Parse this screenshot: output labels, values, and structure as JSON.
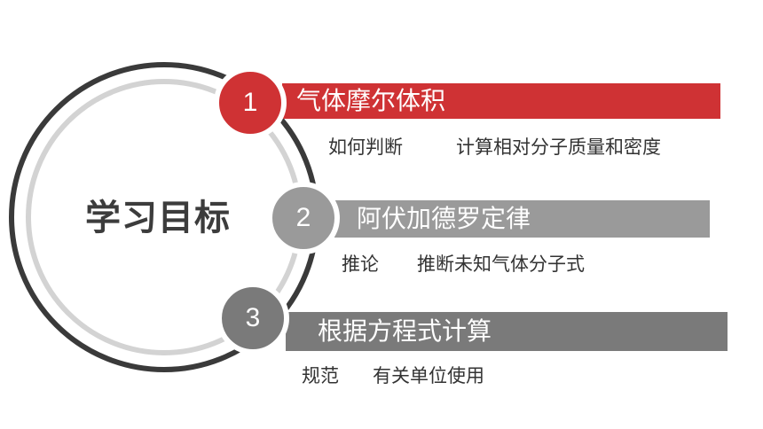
{
  "slide": {
    "title": "学习目标",
    "objectives": [
      {
        "number": "1",
        "heading": "气体摩尔体积",
        "points": [
          "如何判断",
          "计算相对分子质量和密度"
        ],
        "color": "#cf3234"
      },
      {
        "number": "2",
        "heading": "阿伏加德罗定律",
        "points": [
          "推论",
          "推断未知气体分子式"
        ],
        "color": "#9a9a9a"
      },
      {
        "number": "3",
        "heading": "根据方程式计算",
        "points": [
          "规范",
          "有关单位使用"
        ],
        "color": "#7a7a7a"
      }
    ]
  }
}
